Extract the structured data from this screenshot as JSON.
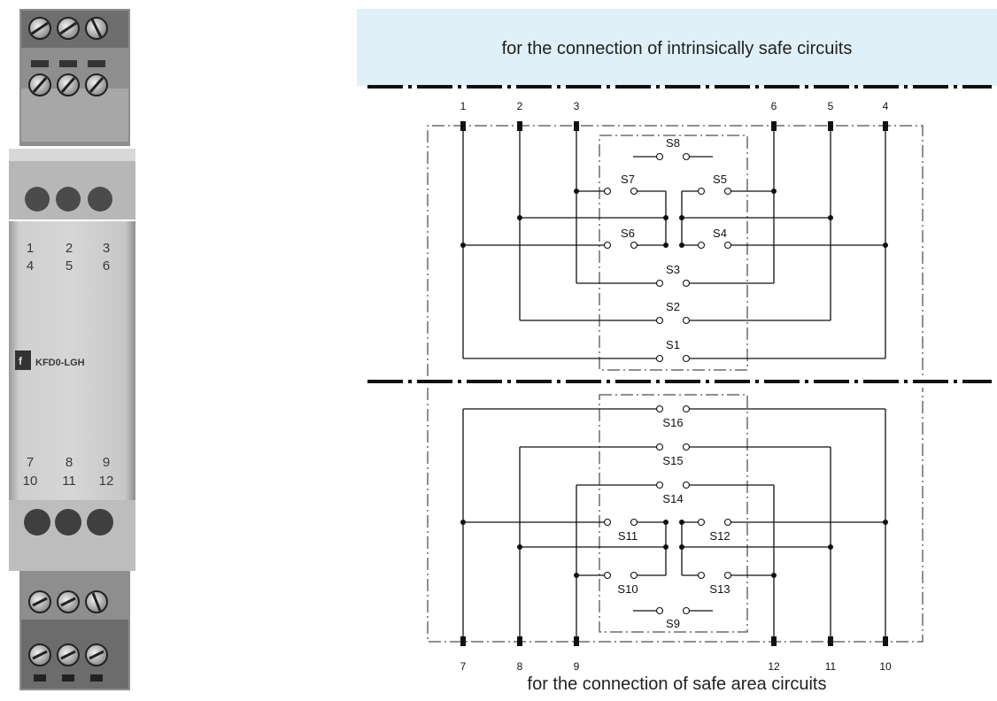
{
  "device": {
    "model": "KFD0-LGH",
    "top_terminal_rows": [
      [
        "1",
        "2",
        "3"
      ],
      [
        "4",
        "5",
        "6"
      ]
    ],
    "bottom_terminal_rows": [
      [
        "7",
        "8",
        "9"
      ],
      [
        "10",
        "11",
        "12"
      ]
    ]
  },
  "banner": {
    "text": "for the connection of intrinsically safe circuits"
  },
  "bottom_caption": "for the connection of safe area circuits",
  "terminals_top": [
    "1",
    "2",
    "3",
    "6",
    "5",
    "4"
  ],
  "terminals_bottom": [
    "7",
    "8",
    "9",
    "12",
    "11",
    "10"
  ],
  "switches_upper": [
    "S8",
    "S7",
    "S5",
    "S6",
    "S4",
    "S3",
    "S2",
    "S1"
  ],
  "switches_lower": [
    "S16",
    "S15",
    "S14",
    "S11",
    "S12",
    "S10",
    "S13",
    "S9"
  ],
  "colors": {
    "banner_bg": "#dff0f8",
    "device_body": "#c9c9c9",
    "line": "#111111"
  }
}
